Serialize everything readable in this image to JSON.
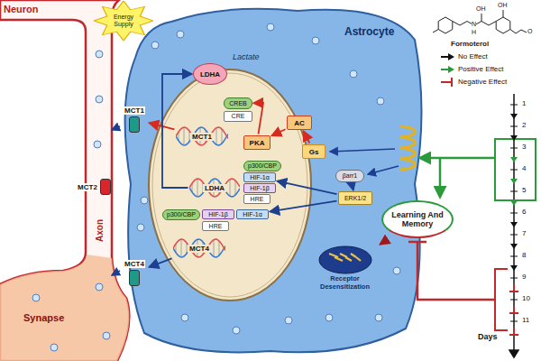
{
  "diagram": {
    "nodes": [
      {
        "text": [
          "Neuron"
        ]
      },
      {
        "text": [
          "MCT2"
        ],
        "in": 0
      },
      {
        "text": [
          "Energy Supply"
        ]
      },
      {
        "text": [
          "Astrocyte"
        ]
      },
      {
        "text": [
          "MCT1"
        ],
        "in": 3
      },
      {
        "text": [
          "MCT4"
        ],
        "in": 3
      },
      {
        "text": [
          "LDHA"
        ],
        "in": 3
      },
      {
        "text": [
          "PKA"
        ],
        "in": 3
      },
      {
        "text": [
          "AC"
        ],
        "in": 3
      },
      {
        "text": [
          "Gs"
        ],
        "in": 3
      },
      {
        "text": [
          "βarr1"
        ],
        "in": 3
      },
      {
        "text": [
          "ERK1/2"
        ],
        "in": 3
      },
      {
        "text": [
          "CREB"
        ],
        "in": 3
      },
      {
        "text": [
          "CRE"
        ],
        "in": 3
      },
      {
        "text": [
          "MCT1"
        ],
        "in": 3
      },
      {
        "text": [
          "p300/CBP"
        ],
        "in": 3
      },
      {
        "text": [
          "HIF-1α"
        ],
        "in": 3
      },
      {
        "text": [
          "HIF-1β"
        ],
        "in": 3
      },
      {
        "text": [
          "HRE"
        ],
        "in": 3
      },
      {
        "text": [
          "LDHA"
        ],
        "in": 3
      },
      {
        "text": [
          "p300/CBP"
        ],
        "in": 3
      },
      {
        "text": [
          "HIF-1α"
        ],
        "in": 3
      },
      {
        "text": [
          "HIF-1β"
        ],
        "in": 3
      },
      {
        "text": [
          "HRE"
        ],
        "in": 3
      },
      {
        "text": [
          "MCT4"
        ],
        "in": 3
      },
      {
        "text": [
          "Receptor Desensitization"
        ],
        "in": 3
      },
      {
        "text": [
          "Learning And Memory"
        ]
      }
    ],
    "edges": [
      {
        "from": 9,
        "to": 8,
        "arrow": "to"
      },
      {
        "from": 8,
        "to": 7,
        "arrow": "to"
      },
      {
        "from": 7,
        "to": 12,
        "arrow": "to"
      },
      {
        "from": 14,
        "to": 4,
        "arrow": "to"
      },
      {
        "from": 10,
        "to": 11,
        "arrow": "to"
      },
      {
        "from": 11,
        "to": 16,
        "arrow": "to"
      },
      {
        "from": 11,
        "to": 21,
        "arrow": "to"
      },
      {
        "from": 19,
        "to": 6,
        "arrow": "to"
      },
      {
        "from": 24,
        "to": 5,
        "arrow": "to"
      },
      {
        "from": 26,
        "to": 25,
        "arrow": "to"
      }
    ],
    "labels": [
      "Lactate",
      "Axon",
      "Synapse",
      "Formoterol",
      "OH",
      "OH",
      "H",
      "N",
      "O",
      "1",
      "2",
      "3",
      "4",
      "5",
      "6",
      "7",
      "8",
      "9",
      "10",
      "11",
      "Days"
    ],
    "legend": [
      {
        "text": "No Effect"
      },
      {
        "text": "Positive Effect"
      },
      {
        "text": "Negative Effect"
      }
    ]
  }
}
